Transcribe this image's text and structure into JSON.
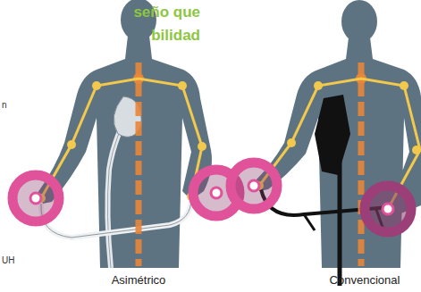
{
  "diagram": {
    "title": "seño que bilidad",
    "labels": [
      "n",
      "UH",
      "Asimétrico",
      "Convencional"
    ]
  }
}
